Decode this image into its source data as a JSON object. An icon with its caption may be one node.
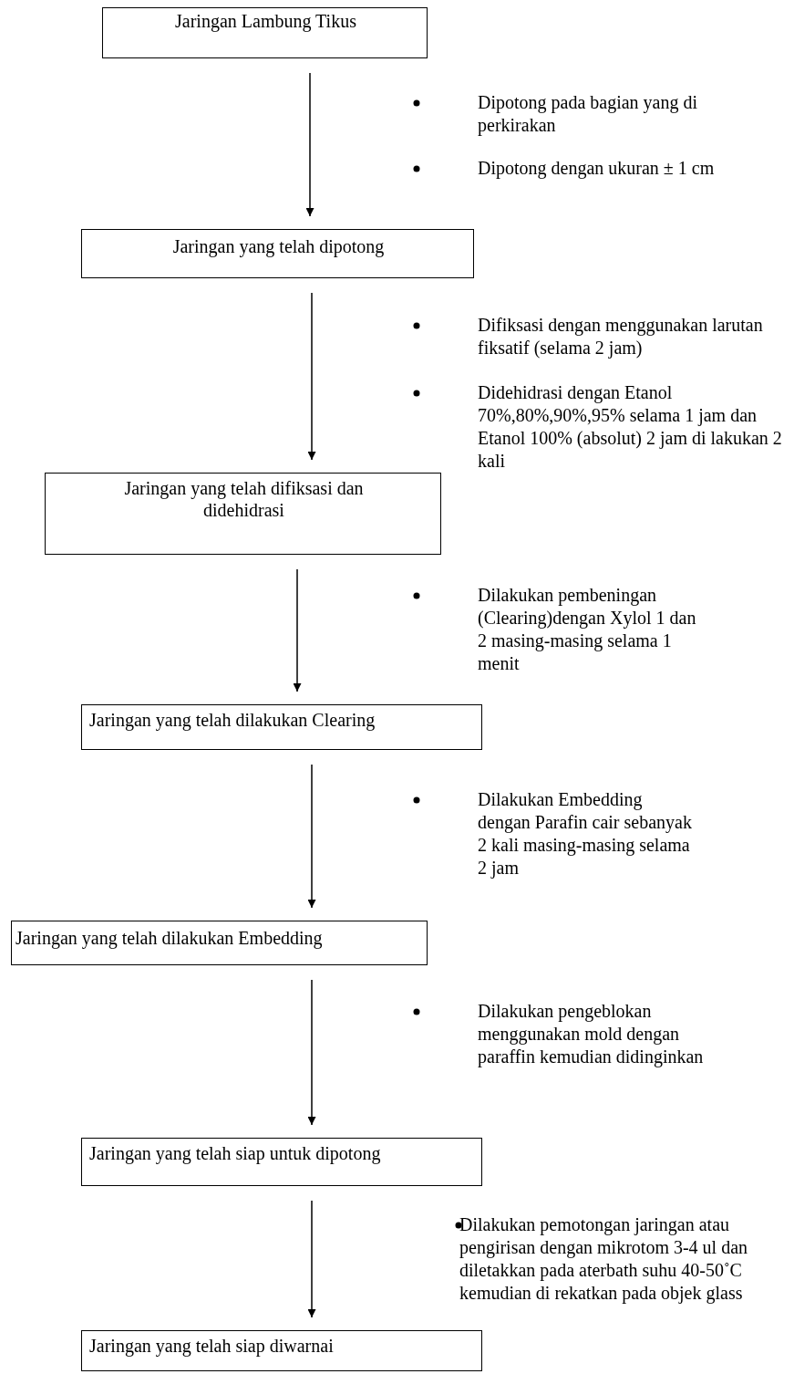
{
  "diagram": {
    "nodes": [
      {
        "text": [
          "Jaringan Lambung Tikus"
        ]
      },
      {
        "text": [
          "Jaringan yang telah dipotong"
        ]
      },
      {
        "text": [
          "Jaringan yang telah difiksasi dan didehidrasi"
        ]
      },
      {
        "text": [
          "Jaringan yang telah dilakukan Clearing"
        ]
      },
      {
        "text": [
          "Jaringan yang telah dilakukan Embedding"
        ]
      },
      {
        "text": [
          "Jaringan yang telah siap untuk dipotong"
        ]
      },
      {
        "text": [
          "Jaringan yang telah siap diwarnai"
        ]
      }
    ],
    "edges": [
      {
        "from": 0,
        "to": 1,
        "arrow": "to"
      },
      {
        "from": 1,
        "to": 2,
        "arrow": "to"
      },
      {
        "from": 2,
        "to": 3,
        "arrow": "to"
      },
      {
        "from": 3,
        "to": 4,
        "arrow": "to"
      },
      {
        "from": 4,
        "to": 5,
        "arrow": "to"
      },
      {
        "from": 5,
        "to": 6,
        "arrow": "to"
      }
    ],
    "labels": [
      "Dipotong pada bagian yang di perkirakan",
      "Dipotong dengan ukuran ± 1 cm",
      "Difiksasi dengan menggunakan larutan fiksatif (selama 2 jam)",
      "Didehidrasi dengan Etanol 70%,80%,90%,95% selama 1 jam dan Etanol 100% (absolut) 2 jam di lakukan 2 kali",
      "Dilakukan pembeningan (Clearing)dengan Xylol 1 dan 2 masing-masing selama 1 menit",
      "Dilakukan Embedding dengan Parafin cair sebanyak 2 kali masing-masing selama 2 jam",
      "Dilakukan pengeblokan menggunakan mold dengan paraffin kemudian didinginkan",
      "Dilakukan pemotongan jaringan atau pengirisan dengan mikrotom 3-4 ul dan diletakkan pada aterbath suhu 40-50˚C kemudian di rekatkan pada objek glass"
    ]
  }
}
